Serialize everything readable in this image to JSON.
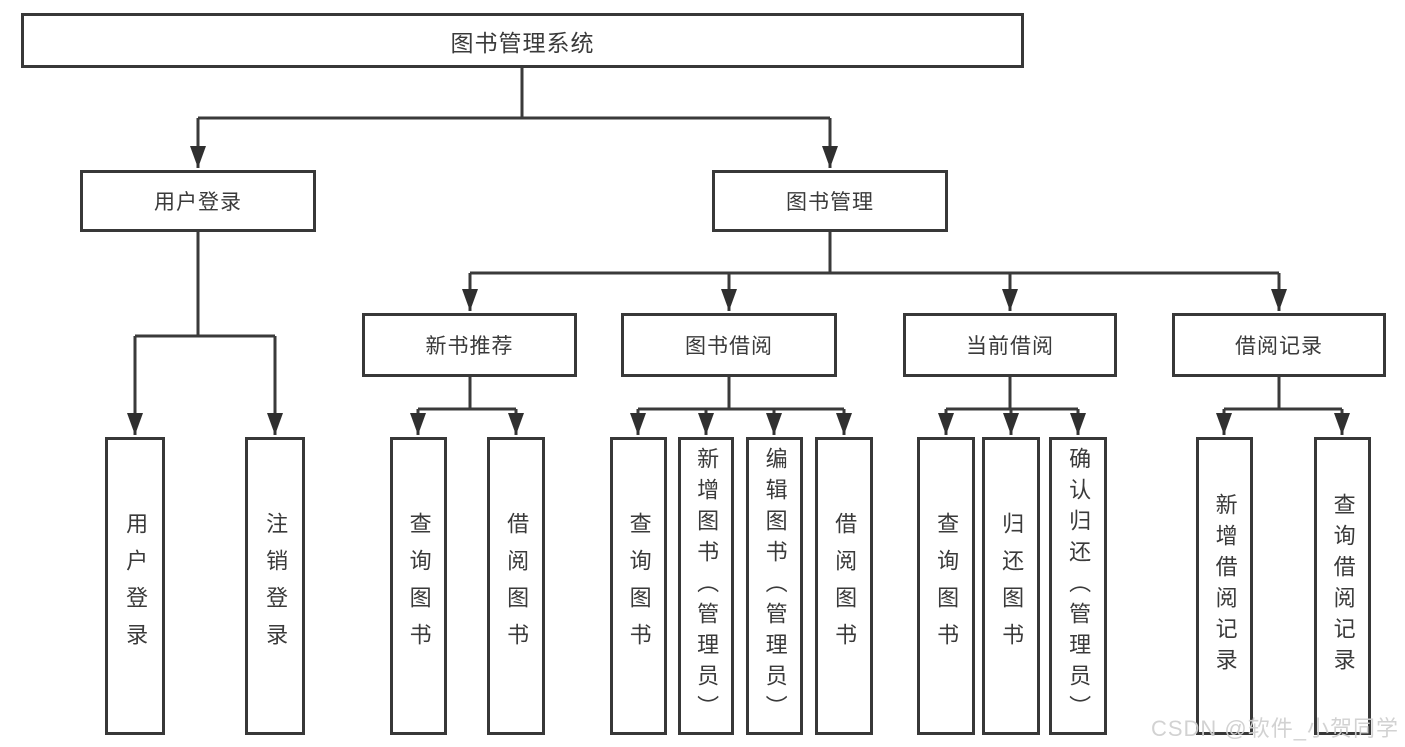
{
  "diagram": {
    "root": {
      "label": "图书管理系统"
    },
    "level2": [
      {
        "label": "用户登录",
        "leaves": [
          "用户登录",
          "注销登录"
        ]
      },
      {
        "label": "图书管理",
        "children": [
          {
            "label": "新书推荐",
            "leaves": [
              "查询图书",
              "借阅图书"
            ]
          },
          {
            "label": "图书借阅",
            "leaves": [
              "查询图书",
              "新增图书（管理员）",
              "编辑图书（管理员）",
              "借阅图书"
            ]
          },
          {
            "label": "当前借阅",
            "leaves": [
              "查询图书",
              "归还图书",
              "确认归还（管理员）"
            ]
          },
          {
            "label": "借阅记录",
            "leaves": [
              "新增借阅记录",
              "查询借阅记录"
            ]
          }
        ]
      }
    ],
    "colors": {
      "line": "#3a3a3a",
      "box_border": "#383838",
      "box_background": "#ffffff",
      "text": "#3a3a3a",
      "watermark": "#d0d0d0"
    }
  },
  "watermark": {
    "text": "CSDN @软件_小贺同学"
  }
}
